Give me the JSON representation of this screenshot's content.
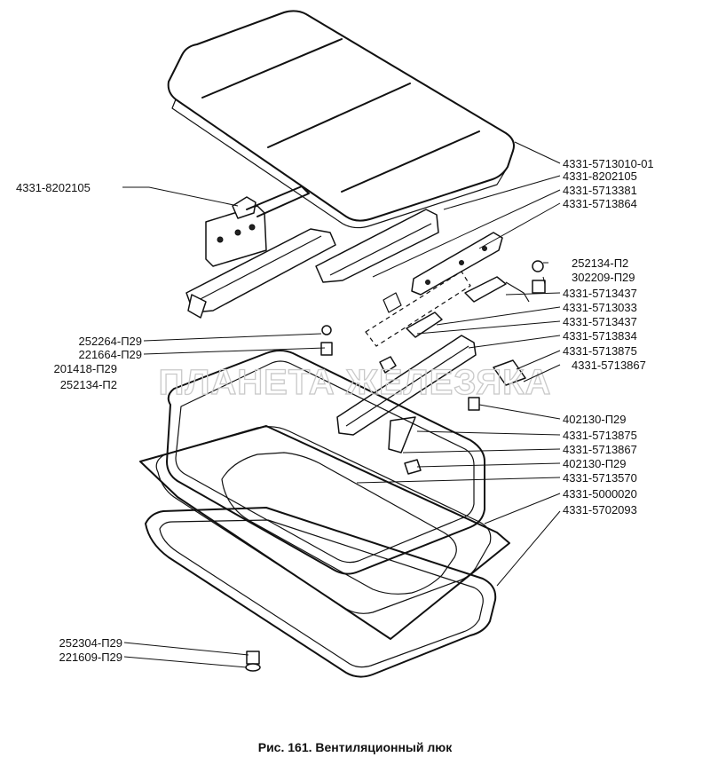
{
  "caption": "Рис. 161. Вентиляционный люк",
  "watermark": "ПЛАНЕТА ЖЕЛЕЗЯКА",
  "labels": {
    "left_top": "4331-8202105",
    "r1": "4331-5713010-01",
    "r2": "4331-8202105",
    "r3": "4331-5713381",
    "r4": "4331-5713864",
    "r5": "252134-П2",
    "r6": "302209-П29",
    "r7": "4331-5713437",
    "r8": "4331-5713033",
    "r9": "4331-5713437",
    "r10": "4331-5713834",
    "r11": "4331-5713875",
    "r12": "4331-5713867",
    "l1": "252264-П29",
    "l2": "221664-П29",
    "l3": "201418-П29",
    "l4": "252134-П2",
    "r13": "402130-П29",
    "r14": "4331-5713875",
    "r15": "4331-5713867",
    "r16": "402130-П29",
    "r17": "4331-5713570",
    "r18": "4331-5000020",
    "r19": "4331-5702093",
    "lb1": "252304-П29",
    "lb2": "221609-П29"
  }
}
